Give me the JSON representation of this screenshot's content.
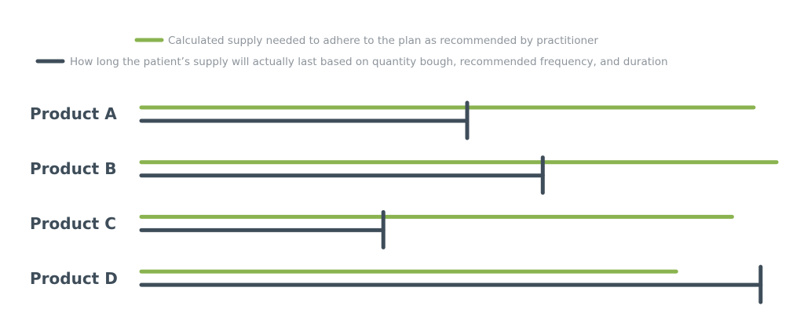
{
  "chart_data": {
    "type": "bar",
    "orientation": "horizontal",
    "title": "",
    "xlabel": "",
    "ylabel": "",
    "grid": false,
    "axes_visible": false,
    "value_unit": "fraction of longest recommended supply line",
    "xlim": [
      0,
      1
    ],
    "legend_placement": "top",
    "categories": [
      "Product A",
      "Product B",
      "Product C",
      "Product D"
    ],
    "series": [
      {
        "name": "Calculated supply needed to adhere to the plan as recommended by practitioner",
        "key": "recommended",
        "color": "#8ab34f",
        "marker": "line",
        "values": [
          0.964,
          1.0,
          0.93,
          0.842
        ]
      },
      {
        "name": "How long the patient’s supply will actually last based on quantity bough, recommended frequency, and duration",
        "key": "actual",
        "color": "#3e4d59",
        "marker": "line-with-end-tick",
        "values": [
          0.513,
          0.632,
          0.381,
          0.975
        ]
      }
    ]
  }
}
